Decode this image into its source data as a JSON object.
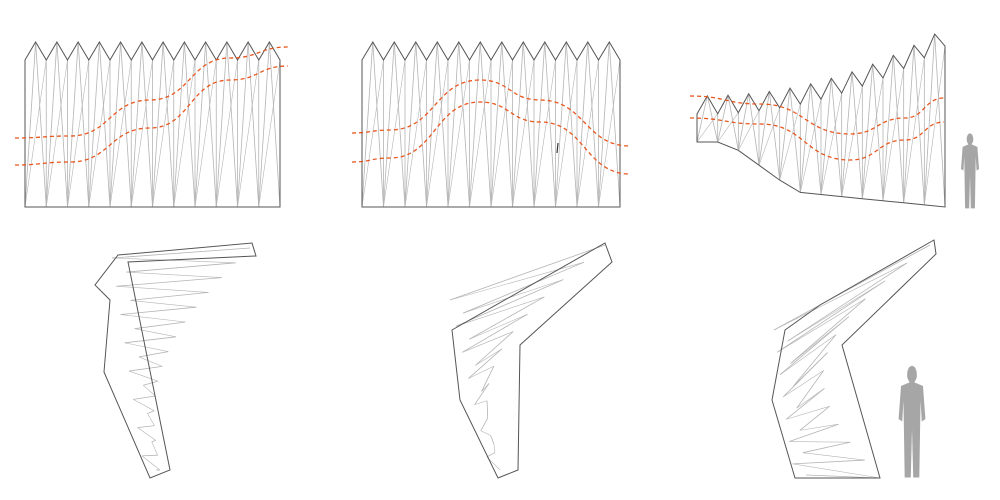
{
  "figure": {
    "panels": [
      {
        "id": "flat-pattern-a",
        "kind": "crease-pattern",
        "guide_curves": 2
      },
      {
        "id": "flat-pattern-b",
        "kind": "crease-pattern",
        "guide_curves": 2
      },
      {
        "id": "flat-pattern-c",
        "kind": "crease-pattern",
        "guide_curves": 2,
        "scale_figure": true
      },
      {
        "id": "folded-form-a",
        "kind": "folded-form"
      },
      {
        "id": "folded-form-b",
        "kind": "folded-form"
      },
      {
        "id": "folded-form-c",
        "kind": "folded-form",
        "scale_figure": true
      }
    ]
  },
  "colors": {
    "background": "#ffffff",
    "outline": "#555555",
    "crease": "#b4b4b4",
    "guide_curve": "#e8571e",
    "human_figure": "#a6a6a6"
  }
}
